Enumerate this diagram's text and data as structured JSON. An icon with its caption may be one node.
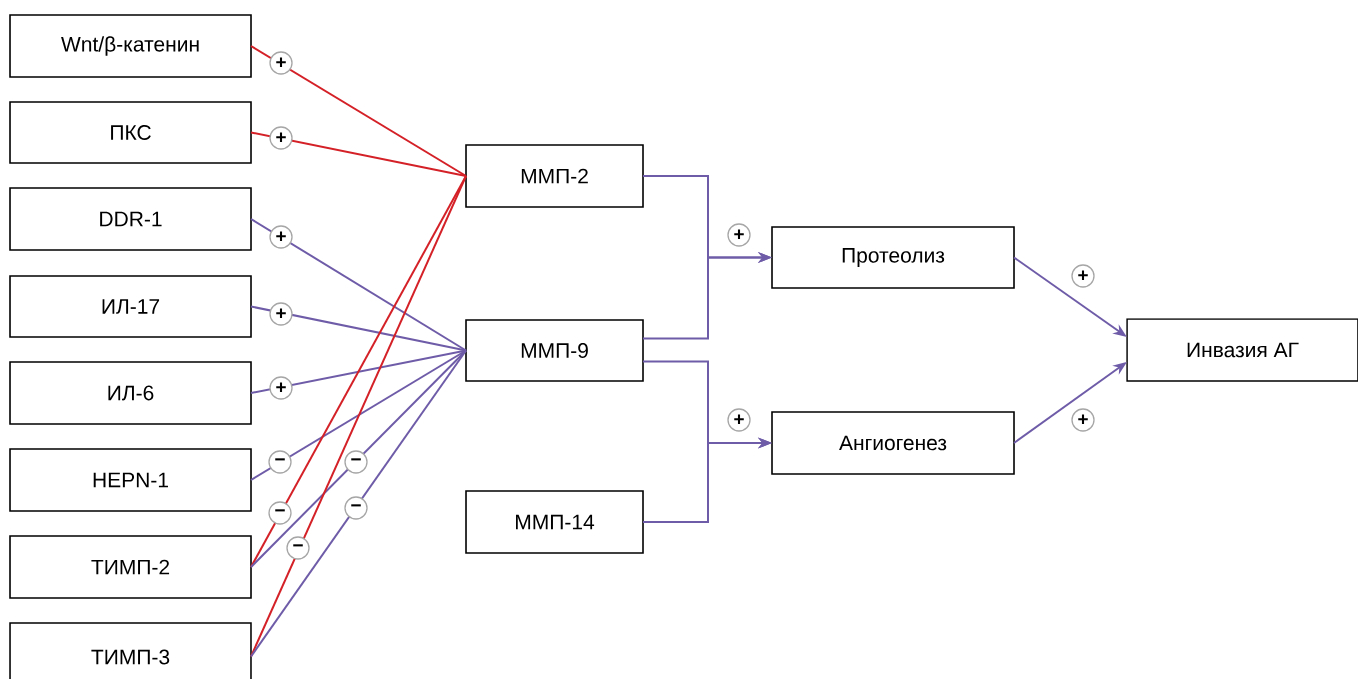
{
  "diagram": {
    "nodes": [
      {
        "text": [
          "Wnt/β-катенин"
        ]
      },
      {
        "text": [
          "ПКС"
        ]
      },
      {
        "text": [
          "DDR-1"
        ]
      },
      {
        "text": [
          "ИЛ-17"
        ]
      },
      {
        "text": [
          "ИЛ-6"
        ]
      },
      {
        "text": [
          "HEPN-1"
        ]
      },
      {
        "text": [
          "ТИМП-2"
        ]
      },
      {
        "text": [
          "ТИМП-3"
        ]
      },
      {
        "text": [
          "ММП-2"
        ]
      },
      {
        "text": [
          "ММП-9"
        ]
      },
      {
        "text": [
          "ММП-14"
        ]
      },
      {
        "text": [
          "Протеолиз"
        ]
      },
      {
        "text": [
          "Ангиогенез"
        ]
      },
      {
        "text": [
          "Инвазия АГ"
        ]
      }
    ],
    "edges": [
      {
        "from": 0,
        "to": 8,
        "arrow": "none",
        "label": "+",
        "color": "#d42027"
      },
      {
        "from": 1,
        "to": 8,
        "arrow": "none",
        "label": "+",
        "color": "#d42027"
      },
      {
        "from": 2,
        "to": 9,
        "arrow": "none",
        "label": "+"
      },
      {
        "from": 3,
        "to": 9,
        "arrow": "none",
        "label": "+"
      },
      {
        "from": 4,
        "to": 9,
        "arrow": "none",
        "label": "+"
      },
      {
        "from": 5,
        "to": 9,
        "arrow": "none",
        "label": "−"
      },
      {
        "from": 6,
        "to": 8,
        "arrow": "none",
        "label": "−",
        "color": "#d42027"
      },
      {
        "from": 6,
        "to": 9,
        "arrow": "none",
        "label": "−"
      },
      {
        "from": 7,
        "to": 8,
        "arrow": "none",
        "label": "−",
        "color": "#d42027"
      },
      {
        "from": 7,
        "to": 9,
        "arrow": "none",
        "label": "−"
      },
      {
        "from": 8,
        "to": 11,
        "arrow": "to",
        "label": "+"
      },
      {
        "from": 9,
        "to": 11,
        "arrow": "to"
      },
      {
        "from": 9,
        "to": 12,
        "arrow": "to",
        "label": "+"
      },
      {
        "from": 10,
        "to": 12,
        "arrow": "to"
      },
      {
        "from": 11,
        "to": 13,
        "arrow": "to",
        "label": "+"
      },
      {
        "from": 12,
        "to": 13,
        "arrow": "to",
        "label": "+"
      }
    ]
  }
}
